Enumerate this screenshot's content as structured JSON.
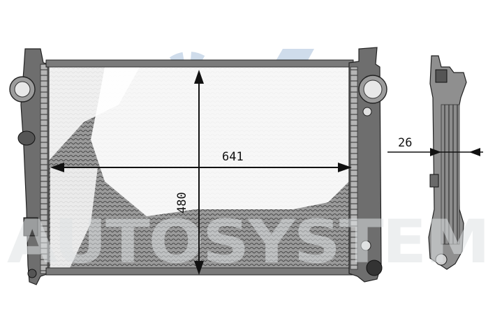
{
  "watermark": {
    "text": "AUTOSYSTEM",
    "color": "#dfe1e3",
    "emblem_color": "#cfdceb"
  },
  "dimensions": {
    "width_label": "641",
    "height_label": "480",
    "depth_label": "26"
  },
  "colors": {
    "line": "#111111",
    "metal_dark": "#3a3a3a",
    "metal_mid": "#8a8a8a",
    "metal_light": "#c9c9c9"
  }
}
